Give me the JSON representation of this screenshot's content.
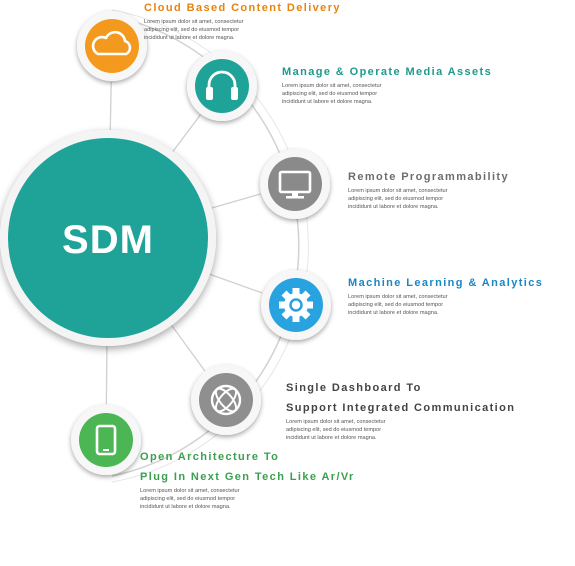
{
  "hub": {
    "label": "SDM",
    "color": "#1fa398"
  },
  "features": [
    {
      "title_lines": [
        "Cloud Based Content Delivery"
      ],
      "desc_lines": [
        "Lorem ipsum dolor sit amet, consectetur",
        "adipiscing elit, sed do eiusmod tempor",
        "incididunt ut labore et dolore magna."
      ],
      "title_color": "#e8830c",
      "icon": "cloud-icon",
      "node_color": "#f39a1e"
    },
    {
      "title_lines": [
        "Manage & Operate Media Assets"
      ],
      "desc_lines": [
        "Lorem ipsum dolor sit amet, consectetur",
        "adipiscing elit, sed do eiusmod tempor",
        "incididunt ut labore et dolore magna."
      ],
      "title_color": "#1e9a8c",
      "icon": "headphones-icon",
      "node_color": "#1fa398"
    },
    {
      "title_lines": [
        "Remote Programmability"
      ],
      "desc_lines": [
        "Lorem ipsum dolor sit amet, consectetur",
        "adipiscing elit, sed do eiusmod tempor",
        "incididunt ut labore et dolore magna."
      ],
      "title_color": "#6d6d6d",
      "icon": "monitor-icon",
      "node_color": "#8a8a8a"
    },
    {
      "title_lines": [
        "Machine Learning & Analytics"
      ],
      "desc_lines": [
        "Lorem ipsum dolor sit amet, consectetur",
        "adipiscing elit, sed do eiusmod tempor",
        "incididunt ut labore et dolore magna."
      ],
      "title_color": "#1a86c4",
      "icon": "gear-icon",
      "node_color": "#29a3e0"
    },
    {
      "title_lines": [
        "Single Dashboard To",
        "Support Integrated Communication"
      ],
      "desc_lines": [
        "Lorem ipsum dolor sit amet, consectetur",
        "adipiscing elit, sed do eiusmod tempor",
        "incididunt ut labore et dolore magna."
      ],
      "title_color": "#444444",
      "icon": "globe-icon",
      "node_color": "#8f8f8f"
    },
    {
      "title_lines": [
        "Open Architecture To",
        "Plug In Next Gen Tech Like Ar/Vr"
      ],
      "desc_lines": [
        "Lorem ipsum dolor sit amet, consectetur",
        "adipiscing elit, sed do eiusmod tempor",
        "incididunt ut labore et dolore magna."
      ],
      "title_color": "#3aa050",
      "icon": "tablet-icon",
      "node_color": "#4cb654"
    }
  ]
}
